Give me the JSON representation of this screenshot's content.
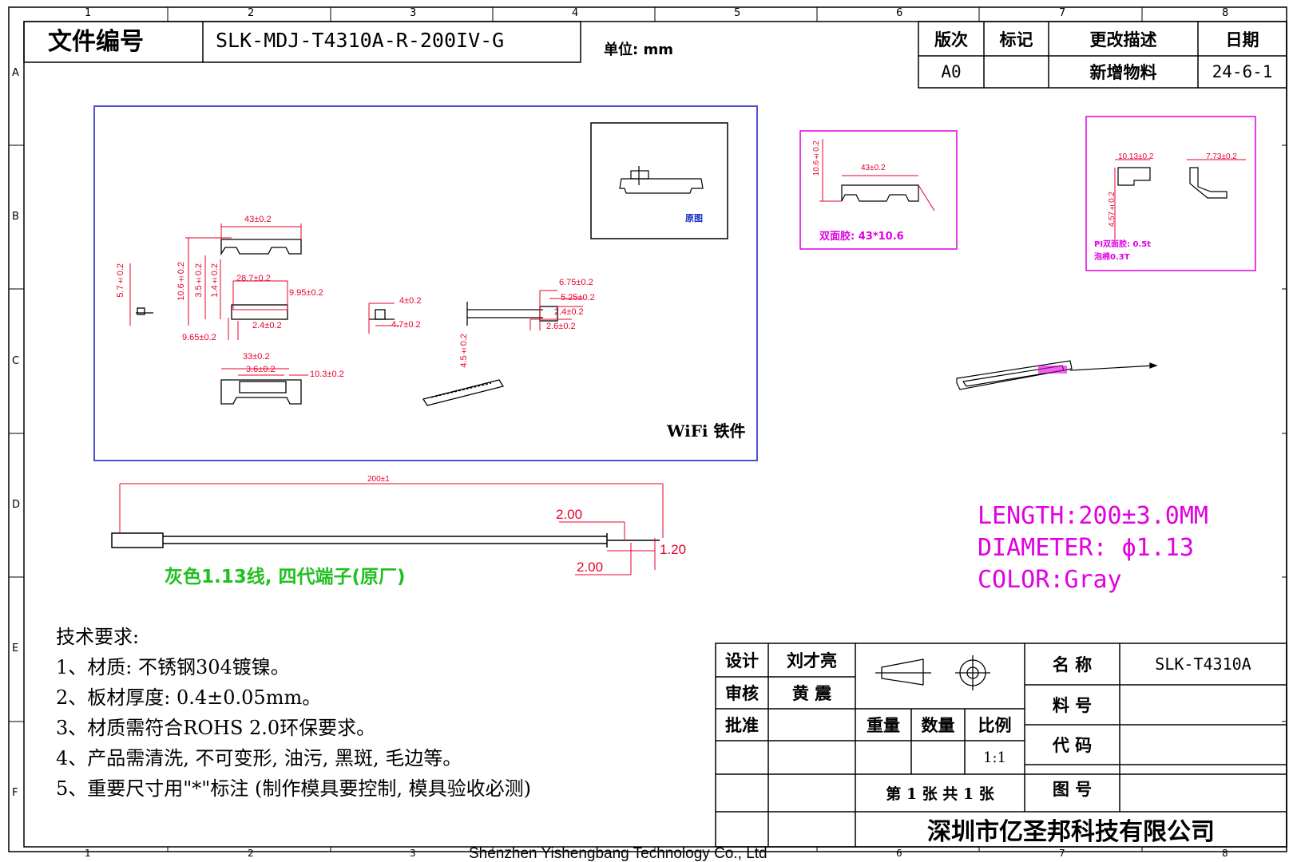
{
  "grid": {
    "cols": [
      "1",
      "2",
      "3",
      "4",
      "5",
      "6",
      "7",
      "8"
    ],
    "rows": [
      "A",
      "B",
      "C",
      "D",
      "E",
      "F"
    ]
  },
  "header": {
    "doc_no_label": "文件编号",
    "doc_no_value": "SLK-MDJ-T4310A-R-200IV-G",
    "unit": "单位: mm"
  },
  "revision": {
    "headers": [
      "版次",
      "标记",
      "更改描述",
      "日期"
    ],
    "row": [
      "A0",
      "",
      "新增物料",
      "24-6-1"
    ]
  },
  "main_view": {
    "dims": {
      "d1": "43±0.2",
      "d2": "5.7±0.2",
      "d3": "10.6±0.2",
      "d4": "3.5±0.2",
      "d5": "1.4±0.2",
      "d6": "28.7±0.2",
      "d7": "9.95±0.2",
      "d8": "2.4±0.2",
      "d9": "9.65±0.2",
      "d10": "4±0.2",
      "d11": "4.7±0.2",
      "d12": "6.75±0.2",
      "d13": "5.25±0.2",
      "d14": "2.4±0.2",
      "d15": "2.6±0.2",
      "d16": "4.5±0.2",
      "d17": "33±0.2",
      "d18": "3.6±0.2",
      "d19": "10.3±0.2"
    },
    "inset_label": "原图",
    "title": "WiFi 铁件"
  },
  "view2": {
    "dim_a": "10.6±0.2",
    "dim_b": "43±0.2",
    "note": "双面胶: 43*10.6"
  },
  "view3": {
    "dim_a": "10.13±0.2",
    "dim_b": "7.73±0.2",
    "dim_c": "4.57±0.2",
    "note1": "PI双面胶: 0.5t",
    "note2": "泡棉0.3T"
  },
  "cable": {
    "len_label": "200±1",
    "dim_a": "2.00",
    "dim_b": "1.20",
    "dim_c": "2.00",
    "note": "灰色1.13线, 四代端子(原厂)"
  },
  "specs": {
    "length": "LENGTH:200±3.0MM",
    "diameter": "DIAMETER: ϕ1.13",
    "color": "COLOR:Gray"
  },
  "requirements": {
    "title": "技术要求:",
    "items": [
      "1、材质: 不锈钢304镀镍。",
      "2、板材厚度: 0.4±0.05mm。",
      "3、材质需符合ROHS 2.0环保要求。",
      "4、产品需清洗, 不可变形, 油污, 黑斑, 毛边等。",
      "5、重要尺寸用\"*\"标注 (制作模具要控制, 模具验收必测)"
    ]
  },
  "title_block": {
    "design_label": "设计",
    "design_value": "刘才亮",
    "review_label": "审核",
    "review_value": "黄 震",
    "approve_label": "批准",
    "weight": "重量",
    "qty": "数量",
    "scale": "比例",
    "scale_value": "1:1",
    "sheet": "第 1 张 共 1 张",
    "name_label": "名 称",
    "name_value": "SLK-T4310A",
    "part_label": "料 号",
    "code_label": "代 码",
    "drawing_label": "图 号",
    "company_cn": "深圳市亿圣邦科技有限公司",
    "company_en": "Shenzhen Yishengbang Technology Co., Ltd"
  }
}
